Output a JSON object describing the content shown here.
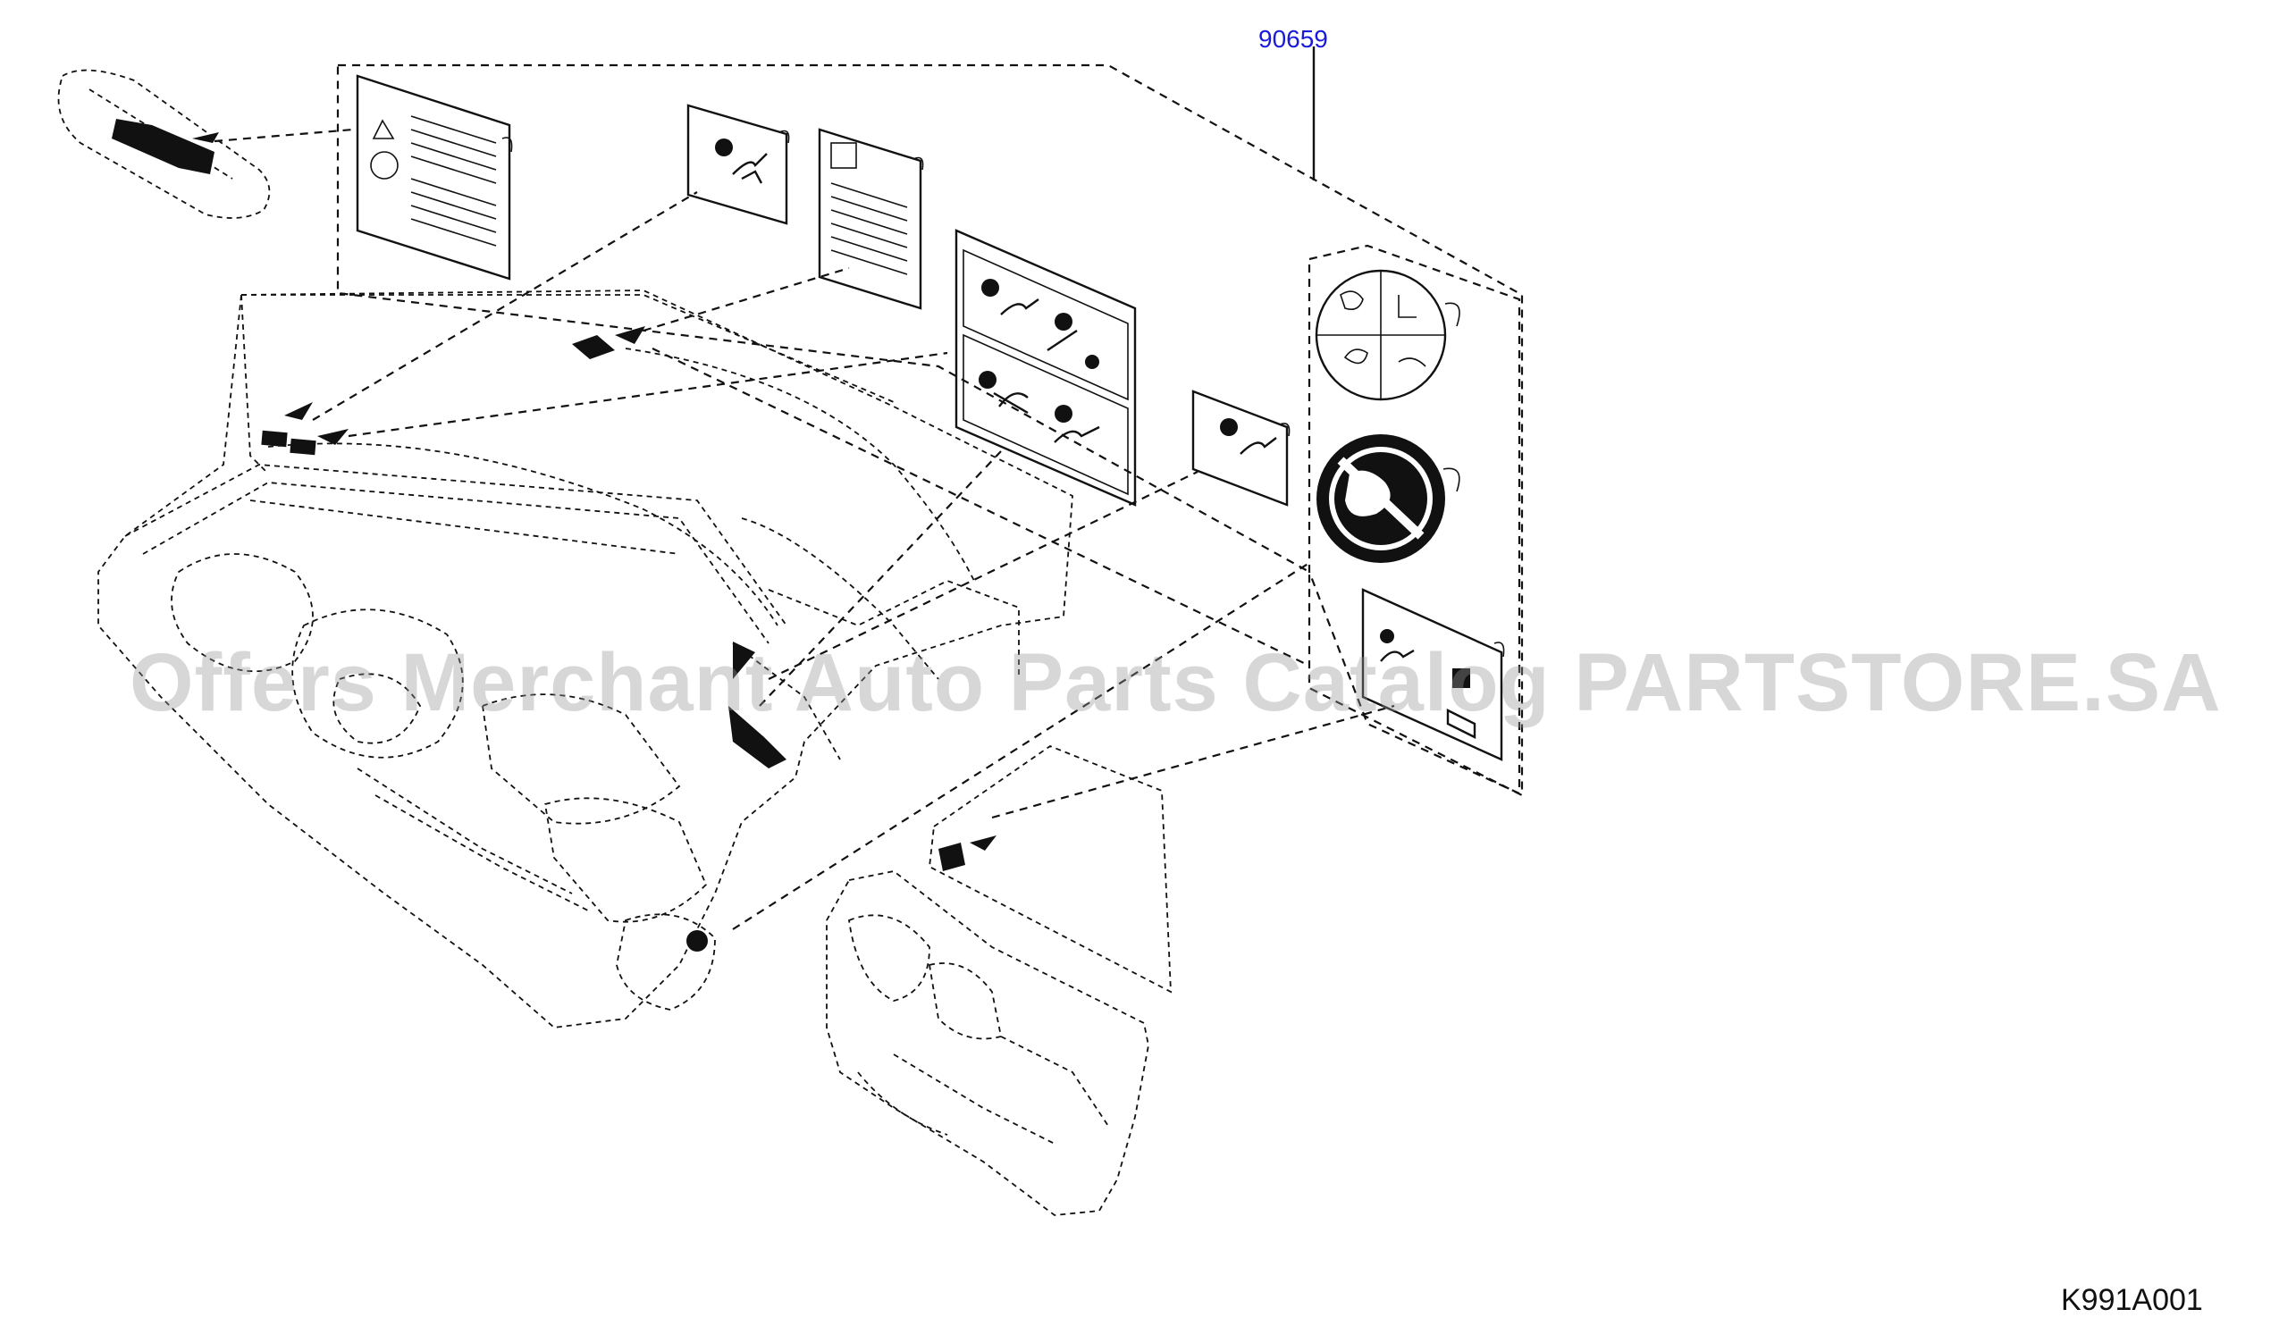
{
  "callout": {
    "part_number": "90659"
  },
  "diagram_code": "K991A001",
  "watermark": "Offers Merchant Auto Parts Catalog PARTSTORE.SA",
  "colors": {
    "line": "#111111",
    "callout": "#1a1adb",
    "watermark": "#969696"
  },
  "labels": [
    {
      "name": "sun-visor-warning-label",
      "icon": "warning-triangle-icon"
    },
    {
      "name": "airbag-seat-label-small",
      "icon": "airbag-icon"
    },
    {
      "name": "instruction-sheet-label",
      "icon": "document-icon"
    },
    {
      "name": "passenger-airbag-status-label",
      "icon": "airbag-indicator-icon"
    },
    {
      "name": "airbag-seat-label-right",
      "icon": "airbag-icon"
    },
    {
      "name": "child-seat-warning-disc",
      "icon": "child-seat-icon"
    },
    {
      "name": "no-rear-facing-child-seat-disc",
      "icon": "prohibition-icon"
    },
    {
      "name": "airbag-deploy-label",
      "icon": "airbag-deploy-icon"
    }
  ]
}
